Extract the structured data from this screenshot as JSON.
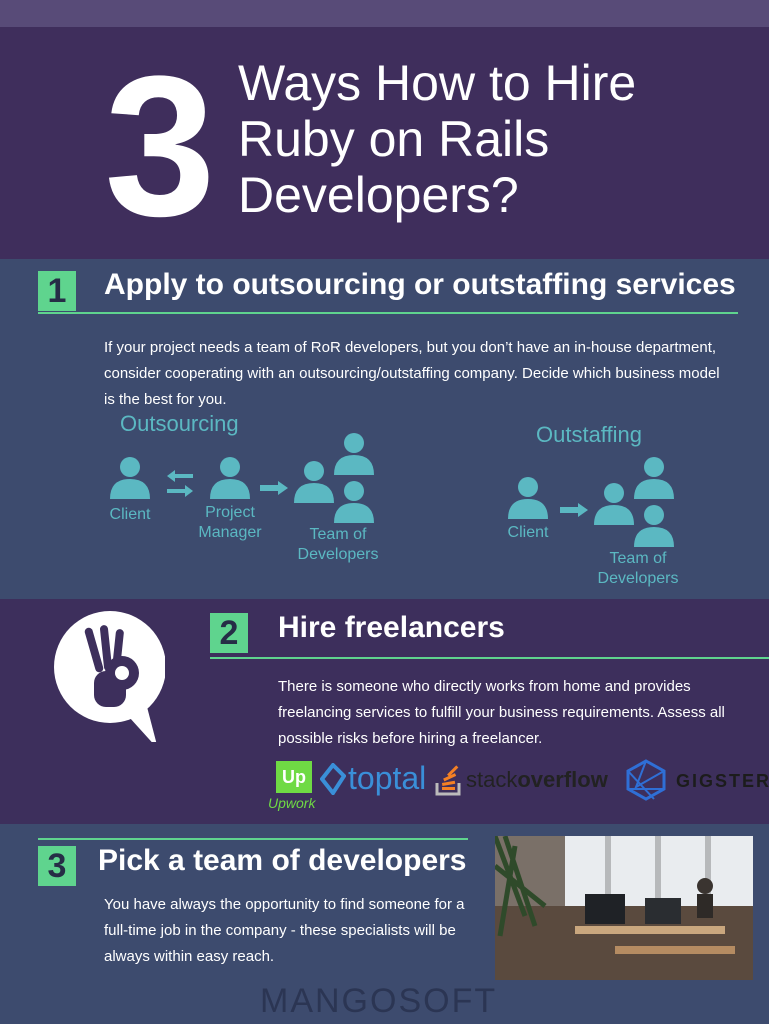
{
  "hero": {
    "number": "3",
    "title_lines": [
      "Ways How to Hire",
      "Ruby on Rails",
      "Developers?"
    ]
  },
  "section1": {
    "number": "1",
    "heading": "Apply to outsourcing or outstaffing services",
    "text": "If your project needs a team of RoR developers, but you don’t have an in-house department, consider cooperating with an outsourcing/outstaffing company. Decide which business model is the best for you.",
    "outsourcing": {
      "title": "Outsourcing",
      "client": "Client",
      "pm_line1": "Project",
      "pm_line2": "Manager",
      "team_line1": "Team of",
      "team_line2": "Developers"
    },
    "outstaffing": {
      "title": "Outstaffing",
      "client": "Client",
      "team_line1": "Team of",
      "team_line2": "Developers"
    }
  },
  "section2": {
    "number": "2",
    "heading": "Hire freelancers",
    "text": "There is someone who directly works from home and provides freelancing services to fulfill your business requirements. Assess all possible risks before hiring a freelancer.",
    "logos": {
      "upwork_badge": "Up",
      "upwork": "Upwork",
      "toptal": "toptal",
      "stack_light": "stack",
      "stack_bold": "overflow",
      "gigster": "GIGSTER"
    }
  },
  "section3": {
    "number": "3",
    "heading": "Pick a team of developers",
    "text": "You have always the opportunity to find someone for a full-time job in the company - these specialists will be always within easy reach."
  },
  "footer": {
    "brand": "MANGOSOFT"
  },
  "colors": {
    "accent": "#5fd48e",
    "teal": "#5bb8c2",
    "navy": "#3d4b6e",
    "purple": "#3d2f5c"
  }
}
